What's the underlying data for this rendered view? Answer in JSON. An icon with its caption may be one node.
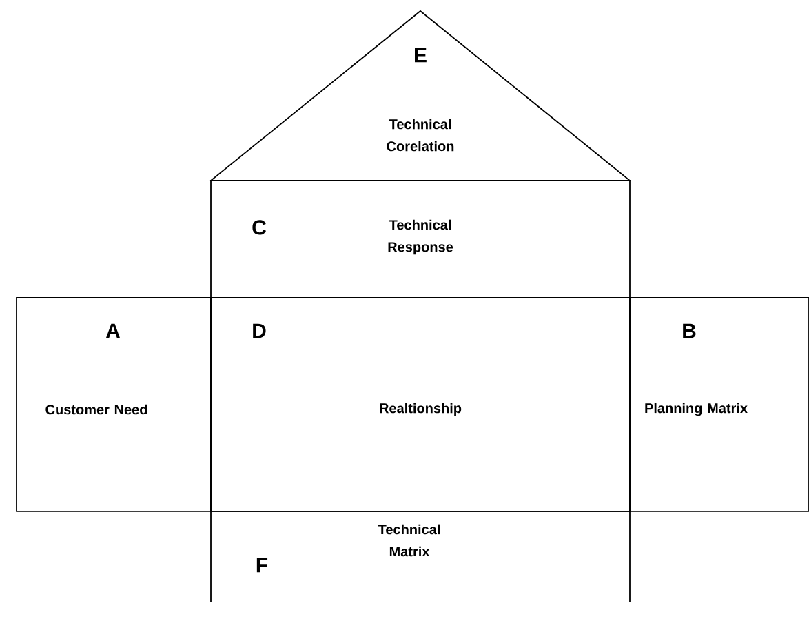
{
  "diagram": {
    "nodes": [
      {
        "text": [
          "E",
          "Technical Corelation"
        ]
      },
      {
        "text": [
          "C",
          "Technical Response"
        ]
      },
      {
        "text": [
          "A",
          "Customer Need"
        ]
      },
      {
        "text": [
          "D",
          "Realtionship"
        ]
      },
      {
        "text": [
          "B",
          "Planning Matrix"
        ]
      },
      {
        "text": [
          "F",
          "Technical Matrix"
        ]
      }
    ]
  }
}
